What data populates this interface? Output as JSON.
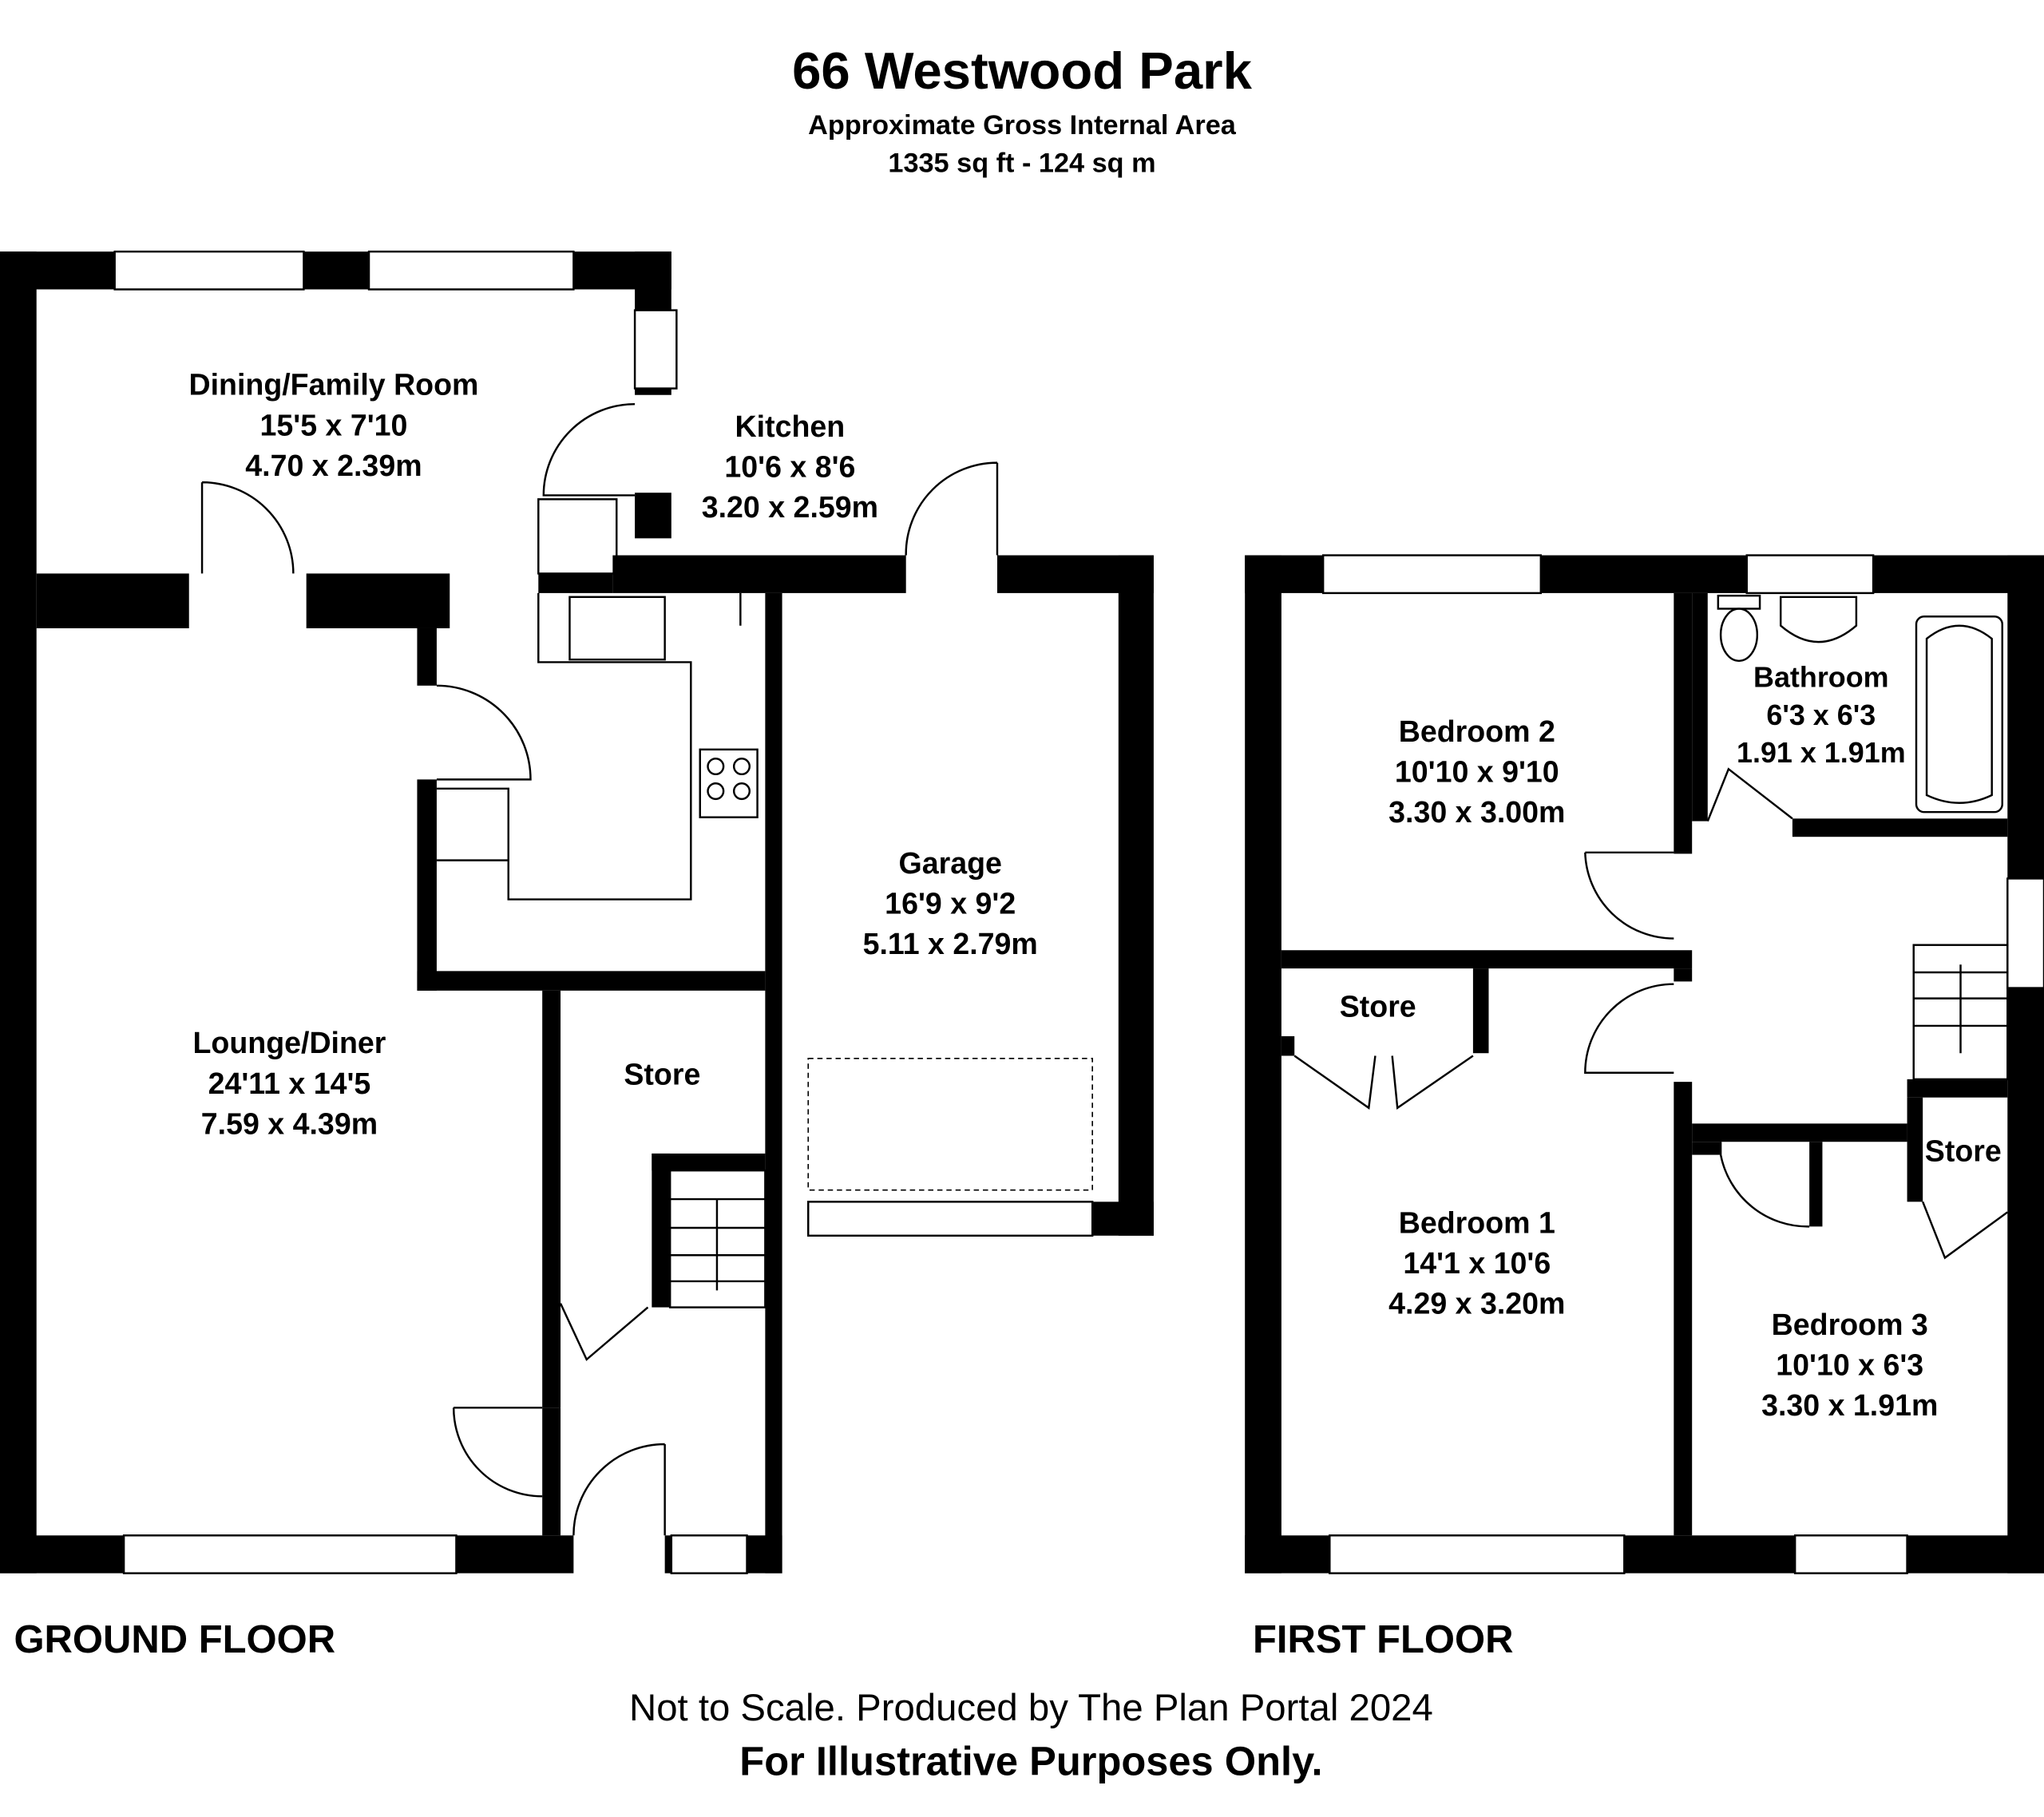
{
  "header": {
    "title": "66 Westwood Park",
    "subtitle": "Approximate Gross Internal Area",
    "area": "1335 sq ft - 124 sq m"
  },
  "ground_floor": {
    "label": "GROUND FLOOR",
    "rooms": [
      {
        "name": "Dining/Family Room",
        "imperial": "15'5 x 7'10",
        "metric": "4.70 x 2.39m"
      },
      {
        "name": "Kitchen",
        "imperial": "10'6 x 8'6",
        "metric": "3.20 x 2.59m"
      },
      {
        "name": "Garage",
        "imperial": "16'9 x 9'2",
        "metric": "5.11 x 2.79m"
      },
      {
        "name": "Lounge/Diner",
        "imperial": "24'11 x 14'5",
        "metric": "7.59 x 4.39m"
      },
      {
        "name": "Store"
      }
    ]
  },
  "first_floor": {
    "label": "FIRST FLOOR",
    "rooms": [
      {
        "name": "Bedroom 2",
        "imperial": "10'10 x 9'10",
        "metric": "3.30 x 3.00m"
      },
      {
        "name": "Bathroom",
        "imperial": "6'3 x 6'3",
        "metric": "1.91 x 1.91m"
      },
      {
        "name": "Bedroom 1",
        "imperial": "14'1 x 10'6",
        "metric": "4.29 x 3.20m"
      },
      {
        "name": "Bedroom 3",
        "imperial": "10'10 x 6'3",
        "metric": "3.30 x 1.91m"
      },
      {
        "name": "Store"
      },
      {
        "name": "Store"
      }
    ]
  },
  "footer": {
    "line1": "Not to Scale. Produced by The Plan Portal 2024",
    "line2": "For Illustrative Purposes Only."
  }
}
